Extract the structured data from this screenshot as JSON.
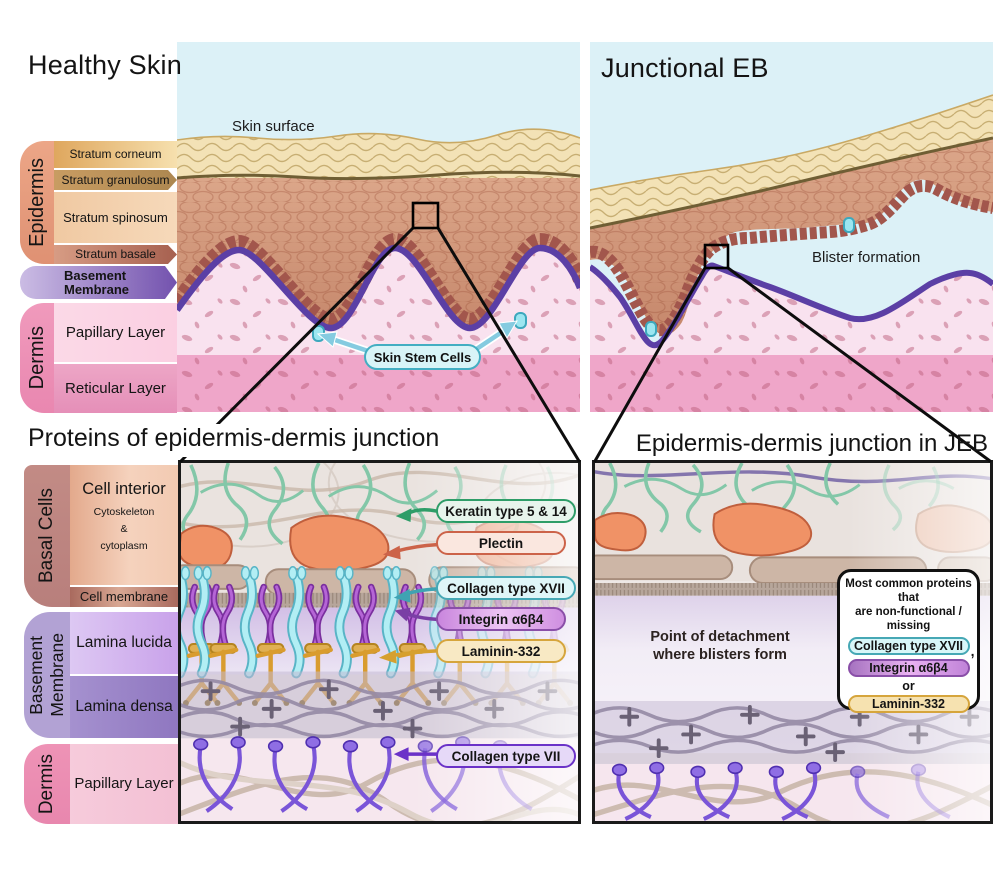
{
  "titles": {
    "healthy": "Healthy Skin",
    "jeb": "Junctional EB",
    "bottom_left": "Proteins of epidermis-dermis junction",
    "bottom_right": "Epidermis-dermis junction in JEB"
  },
  "top_labels": {
    "skin_surface": "Skin surface",
    "stem_cells": "Skin Stem Cells",
    "blister": "Blister formation"
  },
  "skin_sidebar": {
    "epidermis_group": "Epidermis",
    "rows": [
      {
        "label": "Stratum corneum"
      },
      {
        "label": "Stratum granulosum"
      },
      {
        "label": "Stratum spinosum"
      },
      {
        "label": "Stratum basale"
      }
    ],
    "basement_line1": "Basement",
    "basement_line2": "Membrane",
    "dermis_group": "Dermis",
    "dermis_rows": [
      {
        "label": "Papillary Layer"
      },
      {
        "label": "Reticular Layer"
      }
    ]
  },
  "junction_sidebar": {
    "basal_cells": "Basal Cells",
    "cell_interior": "Cell interior",
    "cyto_line1": "Cytoskeleton",
    "cyto_line2": "&",
    "cyto_line3": "cytoplasm",
    "cell_membrane": "Cell membrane",
    "bm_line1": "Basement",
    "bm_line2": "Membrane",
    "lamina_lucida": "Lamina lucida",
    "lamina_densa": "Lamina densa",
    "dermis": "Dermis",
    "papillary": "Papillary Layer"
  },
  "protein_labels": [
    {
      "text": "Keratin type 5 & 14",
      "border": "#2e9d68",
      "bg": "#e7f4ec"
    },
    {
      "text": "Plectin",
      "border": "#cc6349",
      "bg": "#fae7df"
    },
    {
      "text": "Collagen type XVII",
      "border": "#46a8b5",
      "bg": "#dff6f8"
    },
    {
      "text": "Integrin α6β4",
      "border": "#8a4fa8",
      "bg": "#e3aaee"
    },
    {
      "text": "Laminin-332",
      "border": "#d6a53c",
      "bg": "#f8e9c4"
    },
    {
      "text": "Collagen type VII",
      "border": "#6b32c8",
      "bg": "#e6d9f8"
    }
  ],
  "jeb_panel": {
    "detachment_line1": "Point of detachment",
    "detachment_line2": "where blisters form",
    "legend_title_line1": "Most common proteins that",
    "legend_title_line2": "are non-functional / missing",
    "legend_items": [
      {
        "text": "Collagen type XVII",
        "border": "#46a8b5",
        "bg": "#d8f6f8"
      },
      {
        "text": "Integrin α6β4",
        "border": "#8a4fa8",
        "bg": "#dfa4ea"
      },
      {
        "text": "Laminin-332",
        "border": "#d6a53c",
        "bg": "#f6e2b0"
      }
    ],
    "comma": ",",
    "or_word": "or"
  },
  "colors": {
    "sky": "#dcf1f7",
    "corneum": "#f3e2b6",
    "epidermis": "#d9a385",
    "basal_cells": "#a2564c",
    "basement_membrane_line": "#5b3fa5",
    "papillary_dermis": "#f9e2ef",
    "reticular_dermis": "#efa6c9",
    "stem_cell": "#9ce6f0",
    "keratin_green": "#83c7a8",
    "plectin_orange": "#f09266",
    "collagen17_cyan": "#aaecf3",
    "integrin_purple": "#8a3fb0",
    "laminin_gold": "#d99c2e",
    "collagen7_purple": "#7a55d8"
  }
}
